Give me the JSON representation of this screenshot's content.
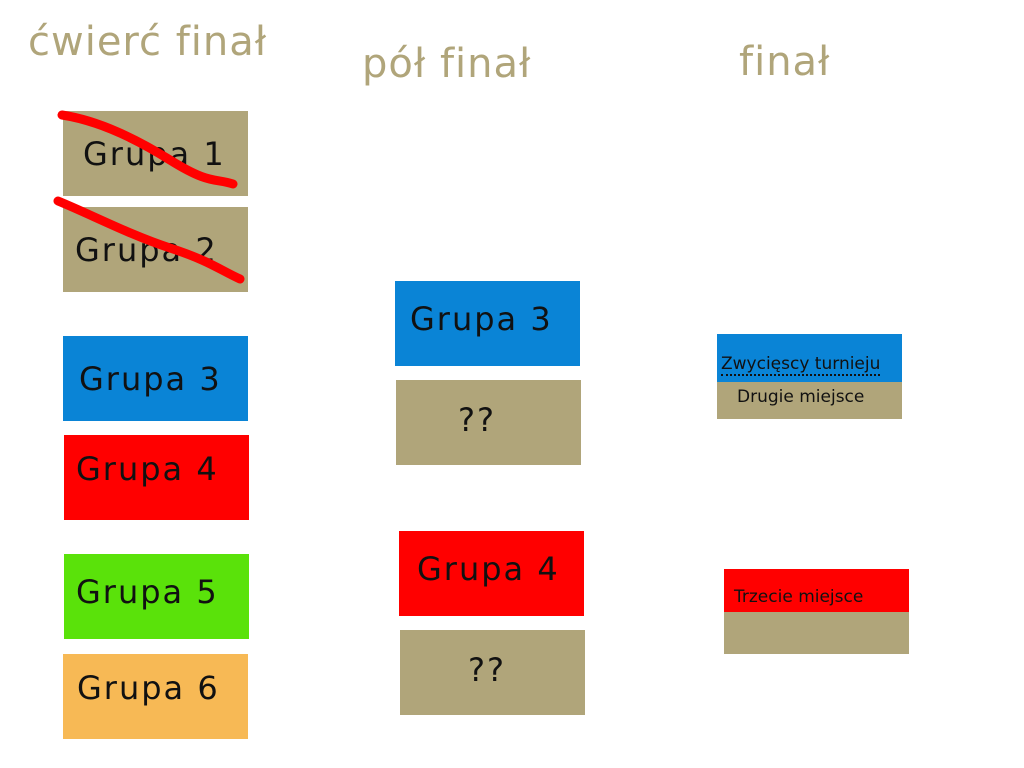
{
  "headings": {
    "quarter": "ćwierć finał",
    "semi": "pół finał",
    "final": "finał"
  },
  "quarter_final": [
    {
      "label": "Grupa 1",
      "color": "#b0a57a",
      "eliminated": true
    },
    {
      "label": "Grupa 2",
      "color": "#b0a57a",
      "eliminated": true
    },
    {
      "label": "Grupa 3",
      "color": "#0a84d6",
      "eliminated": false
    },
    {
      "label": "Grupa 4",
      "color": "#ff0000",
      "eliminated": false
    },
    {
      "label": "Grupa 5",
      "color": "#5ae20a",
      "eliminated": false
    },
    {
      "label": "Grupa 6",
      "color": "#f7b955",
      "eliminated": false
    }
  ],
  "semi_final": [
    {
      "label": "Grupa 3",
      "color": "#0a84d6"
    },
    {
      "label": "??",
      "color": "#b0a57a"
    },
    {
      "label": "Grupa 4",
      "color": "#ff0000"
    },
    {
      "label": "??",
      "color": "#b0a57a"
    }
  ],
  "final": {
    "winner_label": "Zwycięscy turnieju",
    "second_label": "Drugie miejsce",
    "third_label": "Trzecie miejsce",
    "winner_color": "#0a84d6",
    "tan_color": "#b0a57a",
    "third_color": "#ff0000"
  },
  "strike_color": "#ff0000"
}
